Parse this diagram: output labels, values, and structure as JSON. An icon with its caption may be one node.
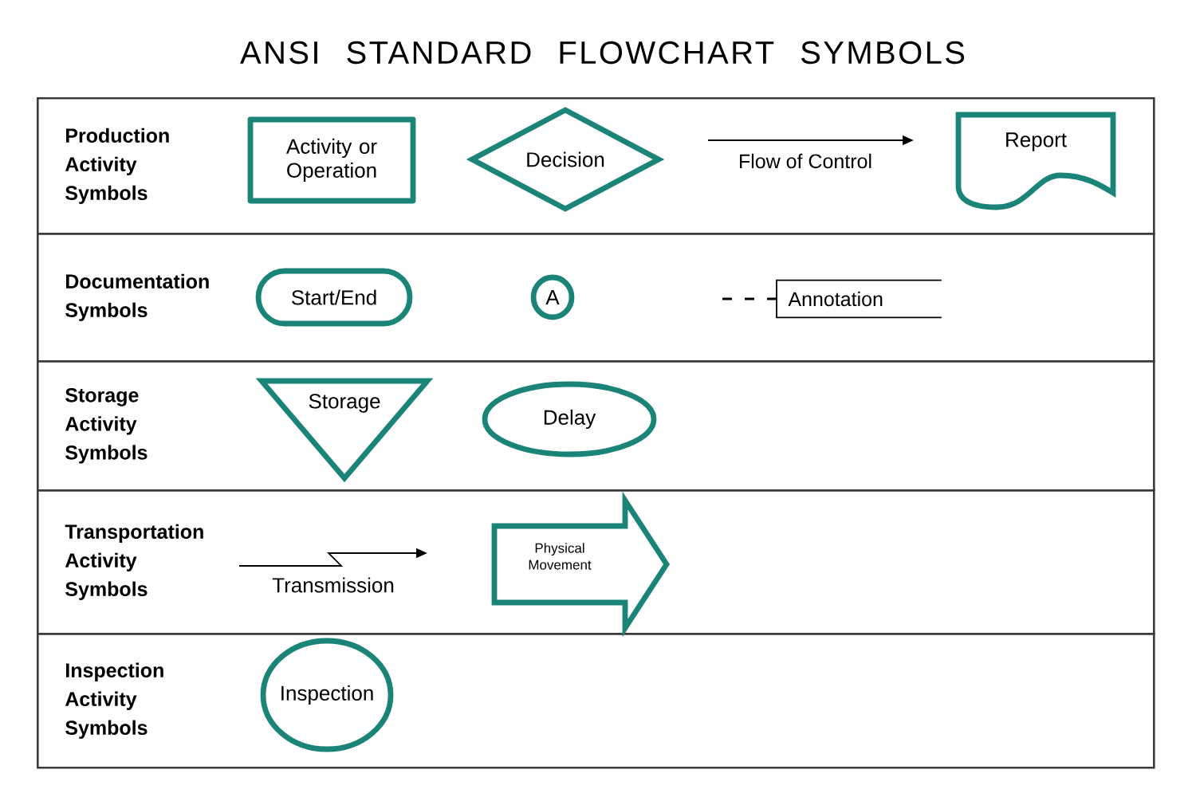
{
  "diagram": {
    "title": "ANSI STANDARD FLOWCHART SYMBOLS",
    "nodes": [
      {
        "text": [
          "Production Activity Symbols"
        ]
      },
      {
        "text": [
          "Activity or Operation"
        ],
        "in": 0
      },
      {
        "text": [
          "Decision"
        ],
        "in": 0
      },
      {
        "text": [
          "Report"
        ],
        "in": 0
      },
      {
        "text": [
          "Documentation Symbols"
        ]
      },
      {
        "text": [
          "Start/End"
        ],
        "in": 4
      },
      {
        "text": [
          "A"
        ],
        "in": 4
      },
      {
        "text": [
          "Annotation"
        ],
        "in": 4
      },
      {
        "text": [
          "Storage Activity Symbols"
        ]
      },
      {
        "text": [
          "Storage"
        ],
        "in": 8
      },
      {
        "text": [
          "Delay"
        ],
        "in": 8
      },
      {
        "text": [
          "Transportation Activity Symbols"
        ]
      },
      {
        "text": [
          "Physical Movement"
        ],
        "in": 11
      },
      {
        "text": [
          "Inspection Activity Symbols"
        ]
      },
      {
        "text": [
          "Inspection"
        ],
        "in": 13
      }
    ],
    "edges": [
      {
        "from": null,
        "to": 7,
        "arrow": "none",
        "style": "dashed"
      }
    ],
    "labels": [
      "Flow of Control",
      "Transmission"
    ]
  }
}
